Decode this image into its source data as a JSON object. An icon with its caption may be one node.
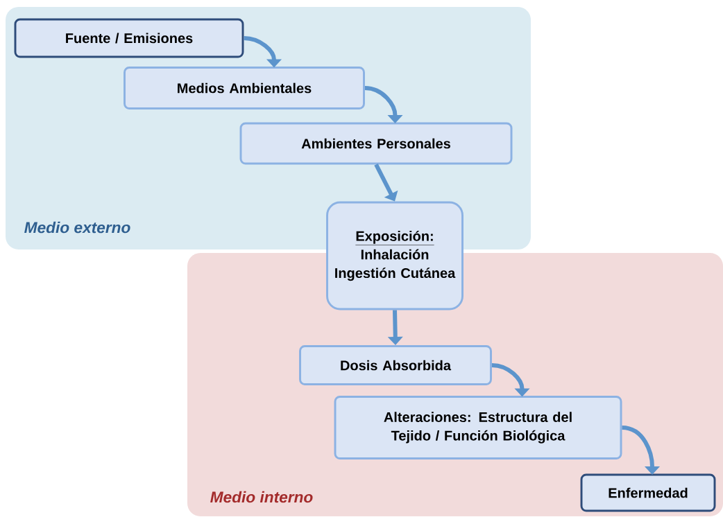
{
  "diagram": {
    "nodes": [
      {
        "text": [
          "Medio externo"
        ]
      },
      {
        "text": [
          "Fuente / Emisiones"
        ],
        "in": 0
      },
      {
        "text": [
          "Medios Ambientales"
        ],
        "in": 0
      },
      {
        "text": [
          "Ambientes Personales"
        ],
        "in": 0
      },
      {
        "text": [
          "Exposición:",
          "Inhalación Ingestión Cutánea"
        ]
      },
      {
        "text": [
          "Medio interno"
        ]
      },
      {
        "text": [
          "Dosis Absorbida"
        ],
        "in": 5
      },
      {
        "text": [
          "Alteraciones: Estructura del Tejido / Función Biológica"
        ],
        "in": 5
      },
      {
        "text": [
          "Enfermedad"
        ],
        "in": 5
      }
    ],
    "edges": [
      {
        "from": 1,
        "to": 2,
        "arrow": "to"
      },
      {
        "from": 2,
        "to": 3,
        "arrow": "to"
      },
      {
        "from": 3,
        "to": 4,
        "arrow": "to"
      },
      {
        "from": 4,
        "to": 6,
        "arrow": "to"
      },
      {
        "from": 6,
        "to": 7,
        "arrow": "to"
      },
      {
        "from": 7,
        "to": 8,
        "arrow": "to"
      }
    ]
  }
}
